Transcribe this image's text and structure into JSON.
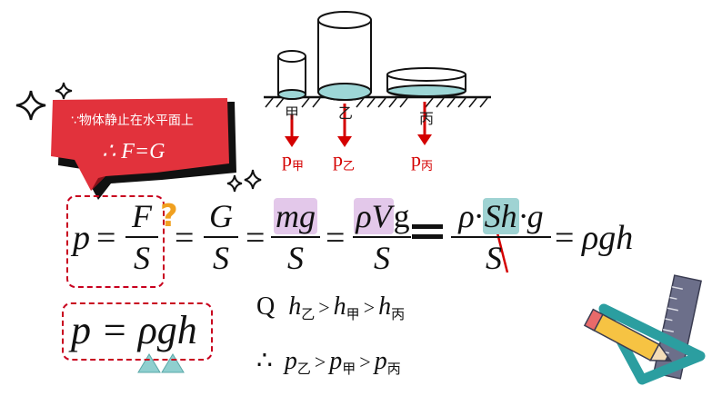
{
  "banner": {
    "line1": "∵物体静止在水平面上",
    "line2": "∴ F=G",
    "color": "#e2323c"
  },
  "cylinders": {
    "labels": [
      "甲",
      "乙",
      "丙"
    ],
    "pressures": [
      {
        "p": "p",
        "sub": "甲"
      },
      {
        "p": "p",
        "sub": "乙"
      },
      {
        "p": "p",
        "sub": "丙"
      }
    ],
    "base_fill": "#9dd6d6",
    "arrow_color": "#d40000"
  },
  "formula": {
    "p": "p",
    "eq": "=",
    "F": "F",
    "S": "S",
    "G": "G",
    "mg": "mg",
    "rhoV": "ρV",
    "g": "g",
    "rho_dot": "ρ·",
    "Sh": "Sh",
    "dot_g": "·g",
    "rhogh": "ρgh",
    "question": "?"
  },
  "statements": {
    "q": "Q",
    "h": "h",
    "p": "p",
    "therefore": "∴",
    "gt": ">",
    "sub_yi": "乙",
    "sub_jia": "甲",
    "sub_bing": "丙"
  },
  "result": {
    "text": "p = ρgh"
  }
}
